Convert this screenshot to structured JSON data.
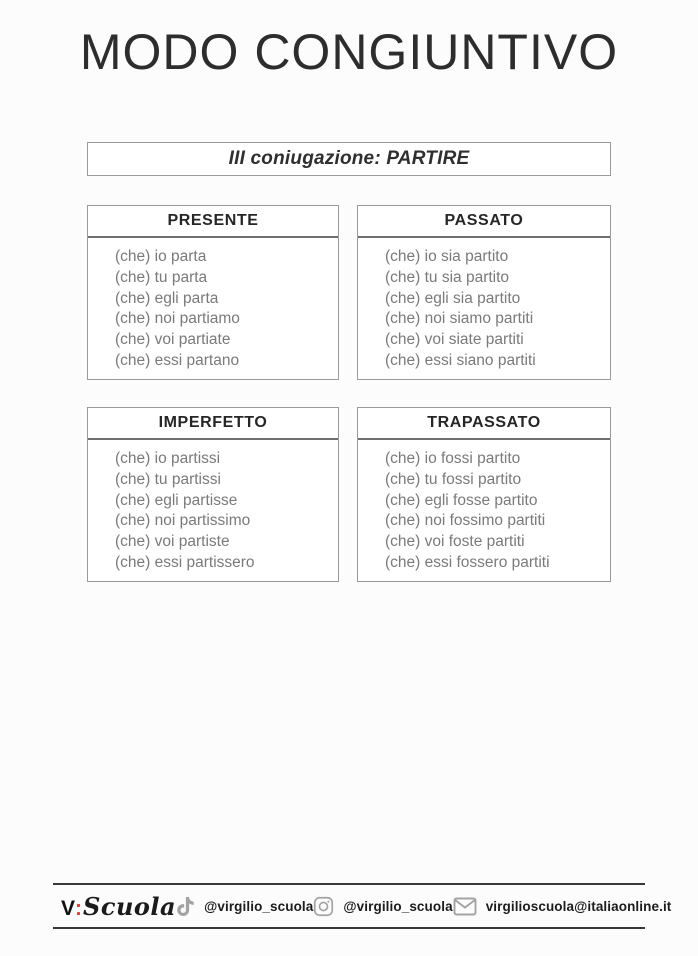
{
  "page": {
    "title": "MODO CONGIUNTIVO",
    "subtitle": "III coniugazione: PARTIRE"
  },
  "tenses": [
    {
      "title": "PRESENTE",
      "forms": [
        "(che) io parta",
        "(che) tu parta",
        "(che) egli parta",
        "(che) noi partiamo",
        "(che) voi partiate",
        "(che) essi partano"
      ]
    },
    {
      "title": "PASSATO",
      "forms": [
        "(che) io sia partito",
        "(che) tu sia partito",
        "(che) egli sia partito",
        "(che) noi siamo partiti",
        "(che) voi siate partiti",
        "(che) essi siano partiti"
      ]
    },
    {
      "title": "IMPERFETTO",
      "forms": [
        "(che) io partissi",
        "(che) tu partissi",
        "(che) egli partisse",
        "(che) noi partissimo",
        "(che) voi partiste",
        "(che) essi partissero"
      ]
    },
    {
      "title": "TRAPASSATO",
      "forms": [
        "(che) io fossi partito",
        "(che) tu fossi partito",
        "(che) egli fosse partito",
        "(che) noi fossimo partiti",
        "(che) voi foste partiti",
        "(che) essi fossero partiti"
      ]
    }
  ],
  "footer": {
    "logo": {
      "prefix": "V",
      "colon": ":",
      "name": "Scuola"
    },
    "tiktok_handle": "@virgilio_scuola",
    "instagram_handle": "@virgilio_scuola",
    "email": "virgilioscuola@italiaonline.it",
    "icons": {
      "tiktok": "tiktok-icon",
      "instagram": "instagram-icon",
      "email": "envelope-icon"
    }
  },
  "colors": {
    "accent_red": "#d9453a",
    "body_text": "#7a7a7a",
    "heading_text": "#2d2d2d",
    "box_border": "#9a9a9a",
    "icon_gray": "#a3a3a3",
    "footer_line": "#383838",
    "page_bg": "#fcfcfc"
  }
}
